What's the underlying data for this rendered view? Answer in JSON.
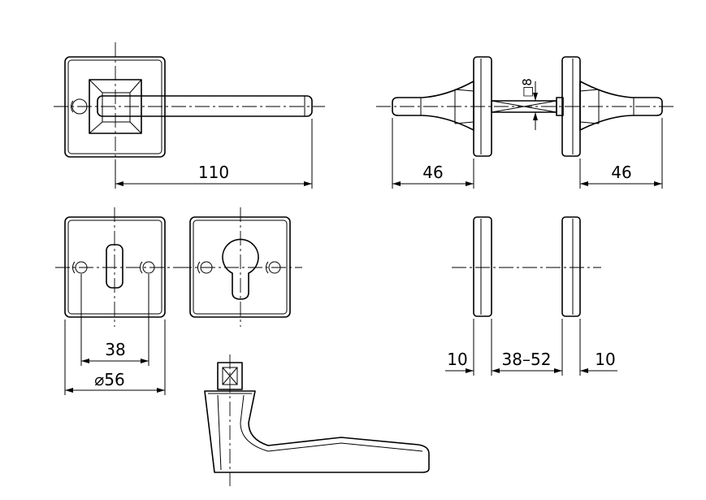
{
  "dimensions": {
    "handle_length": "110",
    "left_projection": "46",
    "right_projection": "46",
    "spindle": "8",
    "spindle_prefix": "□",
    "screw_spacing": "38",
    "rose_size": "56",
    "rose_prefix": "⌀",
    "rose_thickness_left": "10",
    "door_range": "38–52",
    "rose_thickness_right": "10"
  },
  "colors": {
    "line": "#000000",
    "background": "#ffffff"
  },
  "icons": [
    "screw-hole-icon",
    "keyhole-icon",
    "euro-cylinder-icon",
    "square-spindle-icon"
  ]
}
